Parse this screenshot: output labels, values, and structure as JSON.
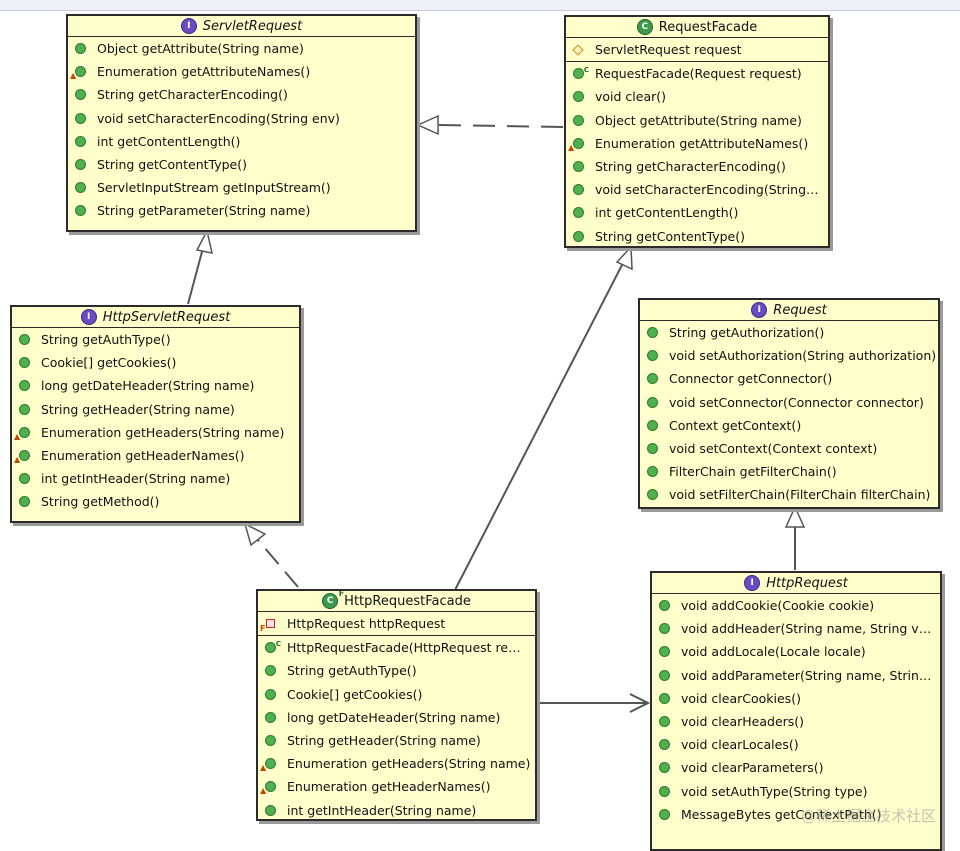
{
  "classes": {
    "servlet_request": {
      "name": "ServletRequest",
      "kind": "interface",
      "members": [
        {
          "text": "Object getAttribute(String name)",
          "icon": "method"
        },
        {
          "text": "Enumeration getAttributeNames()",
          "icon": "method-warn"
        },
        {
          "text": "String getCharacterEncoding()",
          "icon": "method"
        },
        {
          "text": "void setCharacterEncoding(String env)",
          "icon": "method"
        },
        {
          "text": "int getContentLength()",
          "icon": "method"
        },
        {
          "text": "String getContentType()",
          "icon": "method"
        },
        {
          "text": "ServletInputStream getInputStream()",
          "icon": "method"
        },
        {
          "text": "String getParameter(String name)",
          "icon": "method"
        }
      ]
    },
    "request_facade": {
      "name": "RequestFacade",
      "kind": "class",
      "fields": [
        {
          "text": "ServletRequest request",
          "icon": "field-protected"
        }
      ],
      "members": [
        {
          "text": "RequestFacade(Request request)",
          "icon": "constructor"
        },
        {
          "text": "void clear()",
          "icon": "method"
        },
        {
          "text": "Object getAttribute(String name)",
          "icon": "method"
        },
        {
          "text": "Enumeration getAttributeNames()",
          "icon": "method-warn"
        },
        {
          "text": "String getCharacterEncoding()",
          "icon": "method"
        },
        {
          "text": "void setCharacterEncoding(String…",
          "icon": "method"
        },
        {
          "text": "int getContentLength()",
          "icon": "method"
        },
        {
          "text": "String getContentType()",
          "icon": "method"
        }
      ]
    },
    "http_servlet_request": {
      "name": "HttpServletRequest",
      "kind": "interface",
      "members": [
        {
          "text": "String getAuthType()",
          "icon": "method"
        },
        {
          "text": "Cookie[] getCookies()",
          "icon": "method"
        },
        {
          "text": "long getDateHeader(String name)",
          "icon": "method"
        },
        {
          "text": "String getHeader(String name)",
          "icon": "method"
        },
        {
          "text": "Enumeration getHeaders(String name)",
          "icon": "method-warn"
        },
        {
          "text": "Enumeration getHeaderNames()",
          "icon": "method-warn"
        },
        {
          "text": "int getIntHeader(String name)",
          "icon": "method"
        },
        {
          "text": "String getMethod()",
          "icon": "method"
        }
      ]
    },
    "request": {
      "name": "Request",
      "kind": "interface",
      "members": [
        {
          "text": "String getAuthorization()",
          "icon": "method"
        },
        {
          "text": "void setAuthorization(String authorization)",
          "icon": "method"
        },
        {
          "text": "Connector getConnector()",
          "icon": "method"
        },
        {
          "text": "void setConnector(Connector connector)",
          "icon": "method"
        },
        {
          "text": "Context getContext()",
          "icon": "method"
        },
        {
          "text": "void setContext(Context context)",
          "icon": "method"
        },
        {
          "text": "FilterChain getFilterChain()",
          "icon": "method"
        },
        {
          "text": "void setFilterChain(FilterChain filterChain)",
          "icon": "method"
        }
      ]
    },
    "http_request_facade": {
      "name": "HttpRequestFacade",
      "kind": "final-class",
      "fields": [
        {
          "text": "HttpRequest httpRequest",
          "icon": "field-private"
        }
      ],
      "members": [
        {
          "text": "HttpRequestFacade(HttpRequest re…",
          "icon": "constructor"
        },
        {
          "text": "String getAuthType()",
          "icon": "method"
        },
        {
          "text": "Cookie[] getCookies()",
          "icon": "method"
        },
        {
          "text": "long getDateHeader(String name)",
          "icon": "method"
        },
        {
          "text": "String getHeader(String name)",
          "icon": "method"
        },
        {
          "text": "Enumeration getHeaders(String name)",
          "icon": "method-warn"
        },
        {
          "text": "Enumeration getHeaderNames()",
          "icon": "method-warn"
        },
        {
          "text": "int getIntHeader(String name)",
          "icon": "method"
        }
      ]
    },
    "http_request": {
      "name": "HttpRequest",
      "kind": "interface",
      "members": [
        {
          "text": "void addCookie(Cookie cookie)",
          "icon": "method"
        },
        {
          "text": "void addHeader(String name, String v…",
          "icon": "method"
        },
        {
          "text": "void addLocale(Locale locale)",
          "icon": "method"
        },
        {
          "text": "void addParameter(String name, Strin…",
          "icon": "method"
        },
        {
          "text": "void clearCookies()",
          "icon": "method"
        },
        {
          "text": "void clearHeaders()",
          "icon": "method"
        },
        {
          "text": "void clearLocales()",
          "icon": "method"
        },
        {
          "text": "void clearParameters()",
          "icon": "method"
        },
        {
          "text": "void setAuthType(String type)",
          "icon": "method"
        },
        {
          "text": "MessageBytes getContextPath()",
          "icon": "method"
        }
      ]
    }
  },
  "colors": {
    "box_fill": "#ffffcc",
    "box_border": "#2b2b2b",
    "method_green": "#4fb04f",
    "interface_purple": "#6a4bc4",
    "class_green": "#3e9b4e",
    "connector": "#555555"
  },
  "watermark": "@稀土掘金技术社区"
}
